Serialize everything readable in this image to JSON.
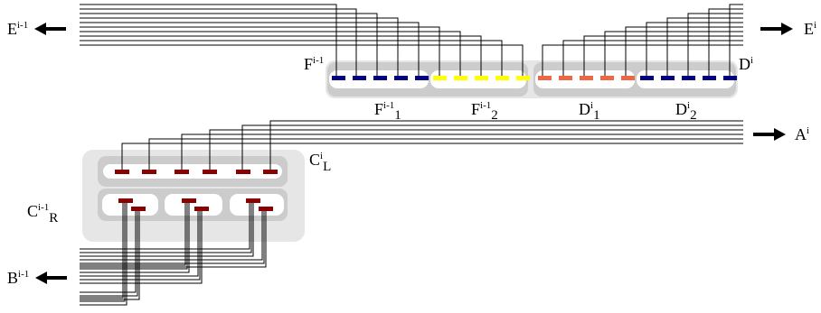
{
  "labels": {
    "E_prev": {
      "base": "E",
      "sup": "i-1",
      "sub": ""
    },
    "E_cur": {
      "base": "E",
      "sup": "i",
      "sub": ""
    },
    "F_prev": {
      "base": "F",
      "sup": "i-1",
      "sub": ""
    },
    "D_cur": {
      "base": "D",
      "sup": "i",
      "sub": ""
    },
    "F1": {
      "base": "F",
      "sup": "i-1",
      "sub": "1"
    },
    "F2": {
      "base": "F",
      "sup": "i-1",
      "sub": "2"
    },
    "D1": {
      "base": "D",
      "sup": "i",
      "sub": "1"
    },
    "D2": {
      "base": "D",
      "sup": "i",
      "sub": "2"
    },
    "A_cur": {
      "base": "A",
      "sup": "i",
      "sub": ""
    },
    "C_L": {
      "base": "C",
      "sup": "i",
      "sub": "L"
    },
    "C_R": {
      "base": "C",
      "sup": "i-1",
      "sub": "R"
    },
    "B_prev": {
      "base": "B",
      "sup": "i-1",
      "sub": ""
    }
  },
  "colors": {
    "wire": "#000000",
    "outer_box": "#e6e6e6",
    "inner_bar": "#cccccc",
    "slot": "#ffffff",
    "navy": "#000080",
    "yellow": "#ffff00",
    "orange": "#ee6644",
    "maroon": "#880000"
  }
}
